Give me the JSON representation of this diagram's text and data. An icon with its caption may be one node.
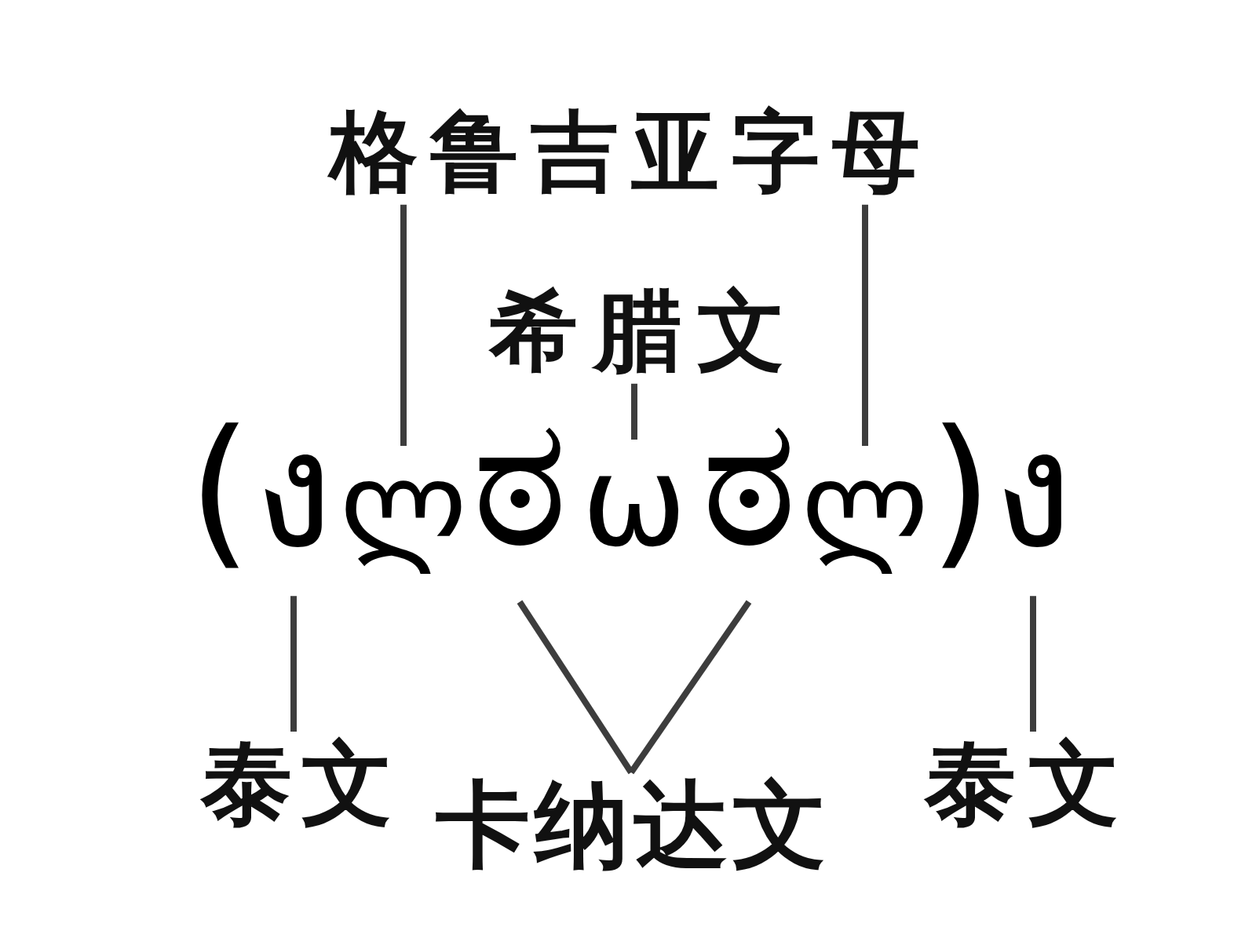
{
  "diagram": {
    "nodes": [
      {
        "text": [
          "格鲁吉亚字母"
        ]
      },
      {
        "text": [
          "希腊文"
        ]
      },
      {
        "text": [
          "ง"
        ]
      },
      {
        "text": [
          "ლ"
        ]
      },
      {
        "text": [
          "ಠ"
        ]
      },
      {
        "text": [
          "ω"
        ]
      },
      {
        "text": [
          "ಠ"
        ]
      },
      {
        "text": [
          "ლ"
        ]
      },
      {
        "text": [
          "ง"
        ]
      },
      {
        "text": [
          "泰文"
        ]
      },
      {
        "text": [
          "卡纳达文"
        ]
      },
      {
        "text": [
          "泰文"
        ]
      }
    ],
    "edges": [
      {
        "from": 0,
        "to": 3,
        "arrow": "none"
      },
      {
        "from": 0,
        "to": 7,
        "arrow": "none"
      },
      {
        "from": 1,
        "to": 5,
        "arrow": "none"
      },
      {
        "from": 9,
        "to": 2,
        "arrow": "none"
      },
      {
        "from": 10,
        "to": 4,
        "arrow": "none"
      },
      {
        "from": 10,
        "to": 6,
        "arrow": "none"
      },
      {
        "from": 11,
        "to": 8,
        "arrow": "none"
      }
    ],
    "labels": [
      "(",
      ")"
    ]
  }
}
